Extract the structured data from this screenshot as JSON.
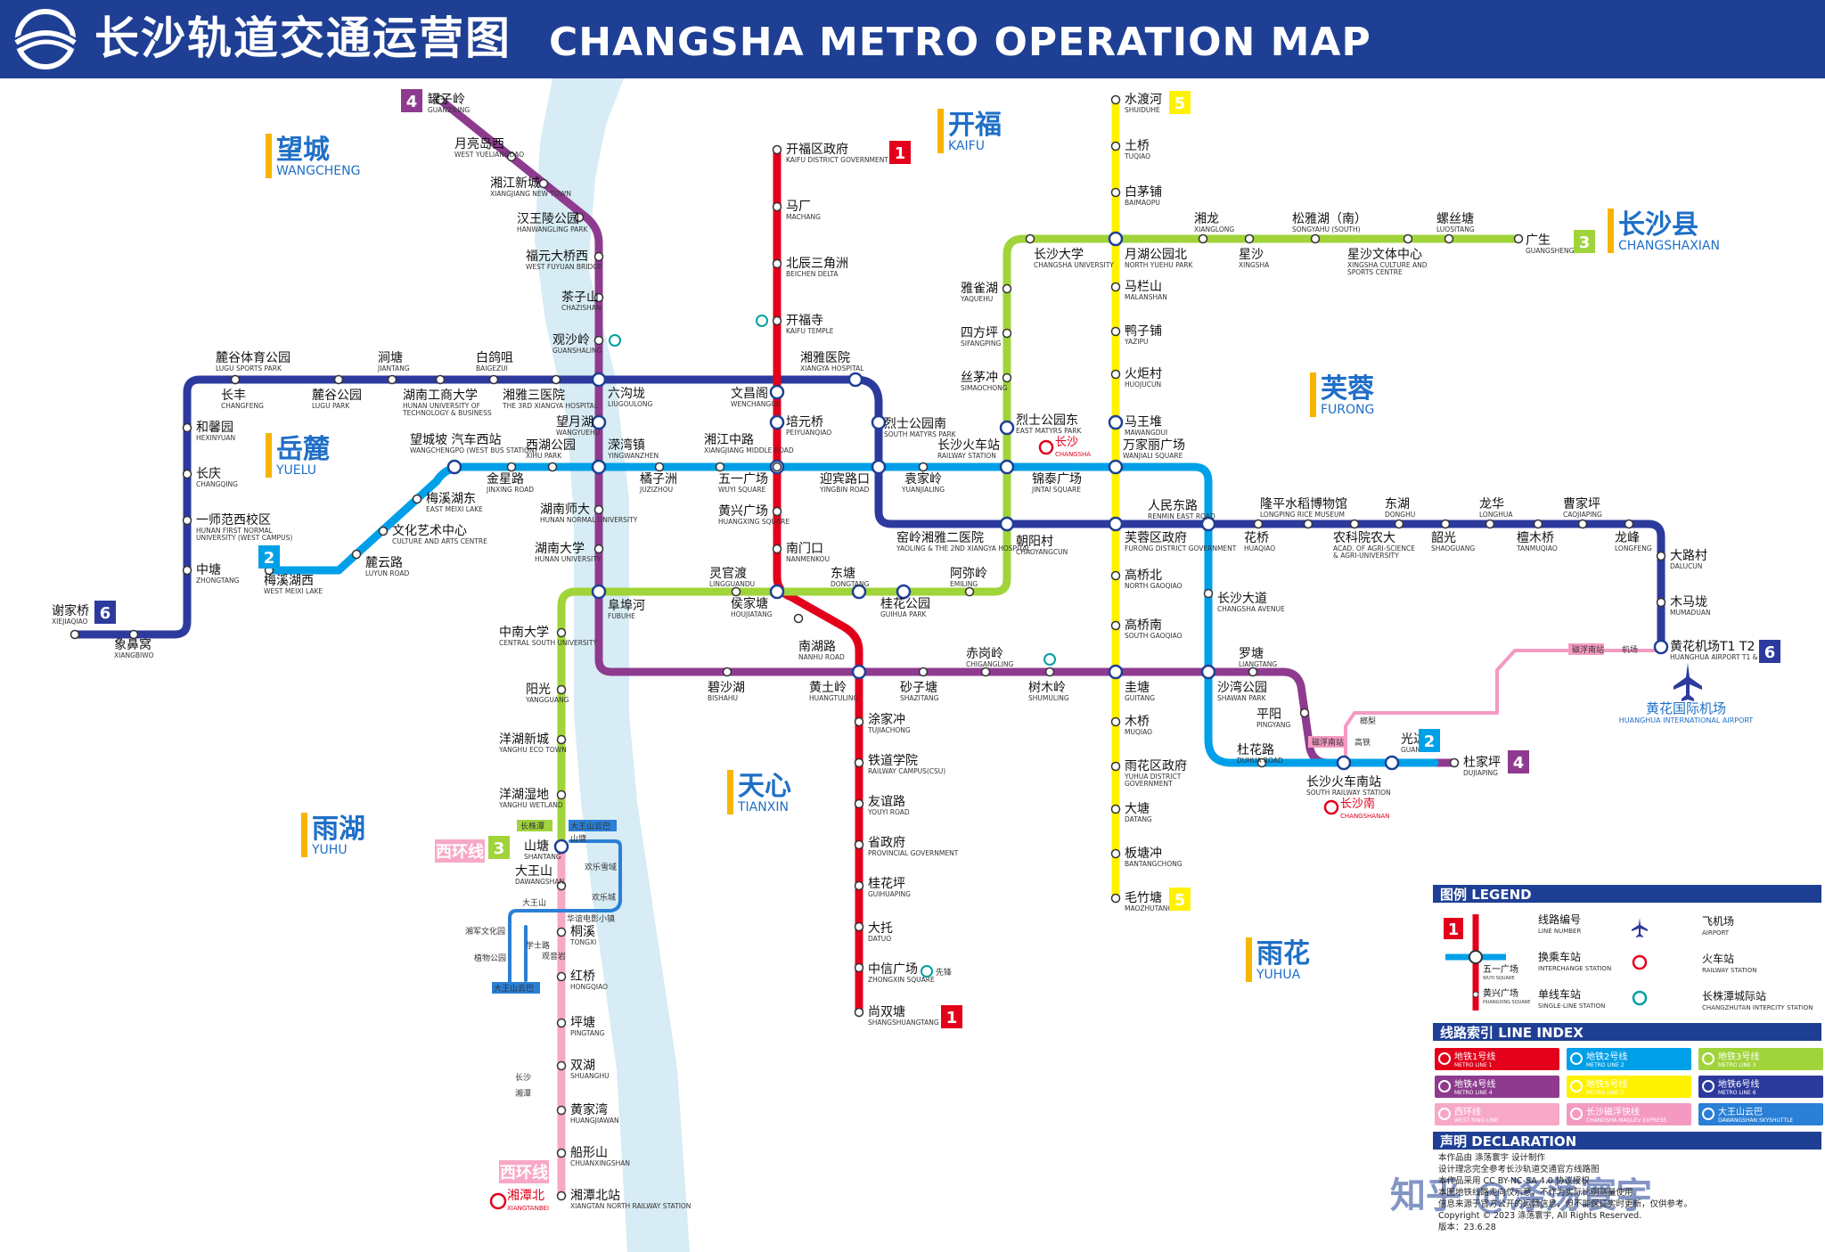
{
  "header": {
    "title_cn": "长沙轨道交通运营图",
    "title_en": "CHANGSHA METRO OPERATION MAP"
  },
  "colors": {
    "header": "#1e3f94",
    "line1": "#e3001b",
    "line2": "#00a0e9",
    "line3": "#a0d43a",
    "line4": "#8e3b8f",
    "line5": "#fff200",
    "line6": "#2d3a9d",
    "west_ring": "#f7a8c6",
    "maglev": "#f49ac1",
    "dawangshan": "#2a7fd6",
    "river": "#d7ecf4",
    "district": "#f7b500"
  },
  "districts": [
    {
      "cn": "望城",
      "en": "WANGCHENG"
    },
    {
      "cn": "开福",
      "en": "KAIFU"
    },
    {
      "cn": "长沙县",
      "en": "CHANGSHAXIAN"
    },
    {
      "cn": "岳麓",
      "en": "YUELU"
    },
    {
      "cn": "芙蓉",
      "en": "FURONG"
    },
    {
      "cn": "天心",
      "en": "TIANXIN"
    },
    {
      "cn": "雨湖",
      "en": "YUHU"
    },
    {
      "cn": "雨花",
      "en": "YUHUA"
    }
  ],
  "badges": {
    "l1": "1",
    "l2": "2",
    "l3": "3",
    "l4": "4",
    "l5": "5",
    "l6": "6",
    "west_ring": "西环线"
  },
  "stations": {
    "l1": [
      {
        "cn": "开福区政府",
        "en": "KAIFU DISTRICT GOVERNMENT"
      },
      {
        "cn": "马厂",
        "en": "MACHANG"
      },
      {
        "cn": "北辰三角洲",
        "en": "BEICHEN DELTA"
      },
      {
        "cn": "开福寺",
        "en": "KAIFU TEMPLE"
      },
      {
        "cn": "文昌阁",
        "en": "WENCHANGGE"
      },
      {
        "cn": "培元桥",
        "en": "PEIYUANQIAO"
      },
      {
        "cn": "五一广场",
        "en": "WUYI SQUARE"
      },
      {
        "cn": "黄兴广场",
        "en": "HUANGXING SQUARE"
      },
      {
        "cn": "南门口",
        "en": "NANMENKOU"
      },
      {
        "cn": "侯家塘",
        "en": "HOUJIATANG"
      },
      {
        "cn": "南湖路",
        "en": "NANHU ROAD"
      },
      {
        "cn": "黄土岭",
        "en": "HUANGTULING"
      },
      {
        "cn": "涂家冲",
        "en": "TUJIACHONG"
      },
      {
        "cn": "铁道学院",
        "en": "RAILWAY CAMPUS(CSU)"
      },
      {
        "cn": "友谊路",
        "en": "YOUYI ROAD"
      },
      {
        "cn": "省政府",
        "en": "PROVINCIAL GOVERNMENT"
      },
      {
        "cn": "桂花坪",
        "en": "GUIHUAPING"
      },
      {
        "cn": "大托",
        "en": "DATUO"
      },
      {
        "cn": "中信广场",
        "en": "ZHONGXIN SQUARE"
      },
      {
        "cn": "尚双塘",
        "en": "SHANGSHUANGTANG"
      }
    ],
    "l2": [
      {
        "cn": "梅溪湖西",
        "en": "WEST MEIXI LAKE"
      },
      {
        "cn": "麓云路",
        "en": "LUYUN ROAD"
      },
      {
        "cn": "文化艺术中心",
        "en": "CULTURE AND ARTS CENTRE"
      },
      {
        "cn": "梅溪湖东",
        "en": "EAST MEIXI LAKE"
      },
      {
        "cn": "望城坡 汽车西站",
        "en": "WANGCHENGPO (WEST BUS STATION)"
      },
      {
        "cn": "金星路",
        "en": "JINXING ROAD"
      },
      {
        "cn": "西湖公园",
        "en": "XIHU PARK"
      },
      {
        "cn": "溁湾镇",
        "en": "YINGWANZHEN"
      },
      {
        "cn": "橘子洲",
        "en": "JUZIZHOU"
      },
      {
        "cn": "湘江中路",
        "en": "XIANGJIANG MIDDLE ROAD"
      },
      {
        "cn": "迎宾路口",
        "en": "YINGBIN ROAD"
      },
      {
        "cn": "袁家岭",
        "en": "YUANJIALING"
      },
      {
        "cn": "长沙火车站",
        "en": "RAILWAY STATION"
      },
      {
        "cn": "锦泰广场",
        "en": "JINTAI SQUARE"
      },
      {
        "cn": "万家丽广场",
        "en": "WANJIALI SQUARE"
      },
      {
        "cn": "人民东路",
        "en": "RENMIN EAST ROAD"
      },
      {
        "cn": "长沙大道",
        "en": "CHANGSHA AVENUE"
      },
      {
        "cn": "沙湾公园",
        "en": "SHAWAN PARK"
      },
      {
        "cn": "杜花路",
        "en": "DUHUA ROAD"
      },
      {
        "cn": "长沙火车南站",
        "en": "SOUTH RAILWAY STATION"
      },
      {
        "cn": "光达",
        "en": "GUANGDA"
      }
    ],
    "l3": [
      {
        "cn": "长沙大学",
        "en": "CHANGSHA UNIVERSITY"
      },
      {
        "cn": "月湖公园北",
        "en": "NORTH YUEHU PARK"
      },
      {
        "cn": "湘龙",
        "en": "XIANGLONG"
      },
      {
        "cn": "星沙",
        "en": "XINGSHA"
      },
      {
        "cn": "松雅湖（南）",
        "en": "SONGYAHU (SOUTH)"
      },
      {
        "cn": "星沙文体中心",
        "en": "XINGSHA CULTURE AND SPORTS CENTRE"
      },
      {
        "cn": "螺丝塘",
        "en": "LUOSITANG"
      },
      {
        "cn": "广生",
        "en": "GUANGSHENG"
      },
      {
        "cn": "雅雀湖",
        "en": "YAQUEHU"
      },
      {
        "cn": "四方坪",
        "en": "SIFANGPING"
      },
      {
        "cn": "丝茅冲",
        "en": "SIMAOCHONG"
      },
      {
        "cn": "烈士公园东",
        "en": "EAST MATYRS PARK"
      },
      {
        "cn": "朝阳村",
        "en": "CHAOYANGCUN"
      },
      {
        "cn": "阿弥岭",
        "en": "EMILING"
      },
      {
        "cn": "桂花公园",
        "en": "GUIHUA PARK"
      },
      {
        "cn": "东塘",
        "en": "DONGTANG"
      },
      {
        "cn": "灵官渡",
        "en": "LINGGUANDU"
      },
      {
        "cn": "阜埠河",
        "en": "FUBUHE"
      },
      {
        "cn": "中南大学",
        "en": "CENTRAL SOUTH UNIVERSITY"
      },
      {
        "cn": "阳光",
        "en": "YANGGUANG"
      },
      {
        "cn": "洋湖新城",
        "en": "YANGHU ECO TOWN"
      },
      {
        "cn": "洋湖湿地",
        "en": "YANGHU WETLAND"
      },
      {
        "cn": "山塘",
        "en": "SHANTANG"
      }
    ],
    "l4": [
      {
        "cn": "罐子岭",
        "en": "GUANZILING"
      },
      {
        "cn": "月亮岛西",
        "en": "WEST YUELIANGDAO"
      },
      {
        "cn": "湘江新城",
        "en": "XIANGJIANG NEW TOWN"
      },
      {
        "cn": "汉王陵公园",
        "en": "HANWANGLING PARK"
      },
      {
        "cn": "福元大桥西",
        "en": "WEST FUYUAN BRIDGE"
      },
      {
        "cn": "茶子山",
        "en": "CHAZISHAN"
      },
      {
        "cn": "观沙岭",
        "en": "GUANSHALING"
      },
      {
        "cn": "六沟垅",
        "en": "LIUGOULONG"
      },
      {
        "cn": "望月湖",
        "en": "WANGYUEHU"
      },
      {
        "cn": "湖南师大",
        "en": "HUNAN NORMAL UNIVERSITY"
      },
      {
        "cn": "湖南大学",
        "en": "HUNAN UNIVERSITY"
      },
      {
        "cn": "碧沙湖",
        "en": "BISHAHU"
      },
      {
        "cn": "砂子塘",
        "en": "SHAZITANG"
      },
      {
        "cn": "赤岗岭",
        "en": "CHIGANGLING"
      },
      {
        "cn": "树木岭",
        "en": "SHUMULING"
      },
      {
        "cn": "圭塘",
        "en": "GUITANG"
      },
      {
        "cn": "罗塘",
        "en": "LIANGTANG"
      },
      {
        "cn": "平阳",
        "en": "PINGYANG"
      },
      {
        "cn": "杜家坪",
        "en": "DUJIAPING"
      }
    ],
    "l5": [
      {
        "cn": "水渡河",
        "en": "SHUIDUHE"
      },
      {
        "cn": "土桥",
        "en": "TUQIAO"
      },
      {
        "cn": "白茅铺",
        "en": "BAIMAOPU"
      },
      {
        "cn": "马栏山",
        "en": "MALANSHAN"
      },
      {
        "cn": "鸭子铺",
        "en": "YAZIPU"
      },
      {
        "cn": "火炬村",
        "en": "HUOJUCUN"
      },
      {
        "cn": "马王堆",
        "en": "MAWANGDUI"
      },
      {
        "cn": "芙蓉区政府",
        "en": "FURONG DISTRICT GOVERNMENT"
      },
      {
        "cn": "高桥北",
        "en": "NORTH GAOQIAO"
      },
      {
        "cn": "高桥南",
        "en": "SOUTH GAOQIAO"
      },
      {
        "cn": "木桥",
        "en": "MUQIAO"
      },
      {
        "cn": "雨花区政府",
        "en": "YUHUA DISTRICT GOVERNMENT"
      },
      {
        "cn": "大塘",
        "en": "DATANG"
      },
      {
        "cn": "板塘冲",
        "en": "BANTANGCHONG"
      },
      {
        "cn": "毛竹塘",
        "en": "MAOZHUTANG"
      }
    ],
    "l6": [
      {
        "cn": "谢家桥",
        "en": "XIEJIAQIAO"
      },
      {
        "cn": "象鼻窝",
        "en": "XIANGBIWO"
      },
      {
        "cn": "中塘",
        "en": "ZHONGTANG"
      },
      {
        "cn": "一师范西校区",
        "en": "HUNAN FIRST NORMAL UNIVERSITY (WEST CAMPUS)"
      },
      {
        "cn": "长庆",
        "en": "CHANGQING"
      },
      {
        "cn": "和馨园",
        "en": "HEXINYUAN"
      },
      {
        "cn": "长丰",
        "en": "CHANGFENG"
      },
      {
        "cn": "麓谷体育公园",
        "en": "LUGU SPORTS PARK"
      },
      {
        "cn": "麓谷公园",
        "en": "LUGU PARK"
      },
      {
        "cn": "涧塘",
        "en": "JIANTANG"
      },
      {
        "cn": "湖南工商大学",
        "en": "HUNAN UNIVERSITY OF TECHNOLOGY & BUSINESS"
      },
      {
        "cn": "白鸽咀",
        "en": "BAIGEZUI"
      },
      {
        "cn": "湘雅三医院",
        "en": "THE 3RD XIANGYA HOSPITAL"
      },
      {
        "cn": "湘雅医院",
        "en": "XIANGYA HOSPITAL"
      },
      {
        "cn": "烈士公园南",
        "en": "SOUTH MATYRS PARK"
      },
      {
        "cn": "窑岭湘雅二医院",
        "en": "YAOLING & THE 2ND XIANGYA HOSPITAL"
      },
      {
        "cn": "隆平水稻博物馆",
        "en": "LONGPING RICE MUSEUM"
      },
      {
        "cn": "花桥",
        "en": "HUAQIAO"
      },
      {
        "cn": "农科院农大",
        "en": "ACAD. OF AGRI-SCIENCE & AGRI-UNIVERSITY"
      },
      {
        "cn": "东湖",
        "en": "DONGHU"
      },
      {
        "cn": "韶光",
        "en": "SHAOGUANG"
      },
      {
        "cn": "龙华",
        "en": "LONGHUA"
      },
      {
        "cn": "檀木桥",
        "en": "TANMUQIAO"
      },
      {
        "cn": "曹家坪",
        "en": "CAOJIAPING"
      },
      {
        "cn": "龙峰",
        "en": "LONGFENG"
      },
      {
        "cn": "大路村",
        "en": "DALUCUN"
      },
      {
        "cn": "木马垅",
        "en": "MUMADUAN"
      },
      {
        "cn": "黄花机场T1 T2",
        "en": "HUANGHUA AIRPORT T1 & T2"
      }
    ],
    "west": [
      {
        "cn": "大王山",
        "en": "DAWANGSHAN"
      },
      {
        "cn": "桐溪",
        "en": "TONGXI"
      },
      {
        "cn": "红桥",
        "en": "HONGQIAO"
      },
      {
        "cn": "坪塘",
        "en": "PINGTANG"
      },
      {
        "cn": "双湖",
        "en": "SHUANGHU"
      },
      {
        "cn": "黄家湾",
        "en": "HUANGJIAWAN"
      },
      {
        "cn": "船形山",
        "en": "CHUANXINGSHAN"
      },
      {
        "cn": "湘潭北站",
        "en": "XIANGTAN NORTH RAILWAY STATION"
      }
    ],
    "dws": [
      {
        "cn": "大王山云巴"
      },
      {
        "cn": "山塘"
      },
      {
        "cn": "欢乐雪域"
      },
      {
        "cn": "欢乐城"
      },
      {
        "cn": "华谊电影小镇"
      },
      {
        "cn": "大王山"
      },
      {
        "cn": "湘军文化园"
      },
      {
        "cn": "植物公园"
      },
      {
        "cn": "学士路"
      },
      {
        "cn": "大王山云巴"
      },
      {
        "cn": "观音岩"
      }
    ],
    "small": {
      "maglev_airport": "机场",
      "maglev_south": "磁浮南站",
      "maglev_langli": "榔梨",
      "gaotie": "高铁",
      "west_note1": "长沙",
      "west_note2": "湘潭",
      "cx_line": "长株潭"
    }
  },
  "pois": [
    {
      "cn": "长沙",
      "en": "CHANGSHA"
    },
    {
      "cn": "长沙南",
      "en": "CHANGSHANAN"
    },
    {
      "cn": "湘潭北",
      "en": "XIANGTANBEI"
    },
    {
      "cn": "黄花国际机场",
      "en": "HUANGHUA INTERNATIONAL AIRPORT"
    },
    {
      "cn": "先锋"
    }
  ],
  "legend": {
    "title": "图例 LEGEND",
    "items": [
      {
        "cn": "线路编号",
        "en": "LINE NUMBER"
      },
      {
        "cn": "换乘车站",
        "en": "INTERCHANGE STATION"
      },
      {
        "cn": "单线车站",
        "en": "SINGLE-LINE STATION"
      },
      {
        "cn": "飞机场",
        "en": "AIRPORT"
      },
      {
        "cn": "火车站",
        "en": "RAILWAY STATION"
      },
      {
        "cn": "长株潭城际站",
        "en": "CHANGZHUTAN INTERCITY STATION"
      }
    ],
    "sample": {
      "num": "1",
      "interchange_cn": "五一广场",
      "interchange_en": "WUYI SQUARE",
      "single_cn": "黄兴广场",
      "single_en": "HUANGXING SQUARE"
    }
  },
  "line_index": {
    "title": "线路索引 LINE INDEX",
    "items": [
      {
        "cn": "地铁1号线",
        "en": "METRO LINE 1"
      },
      {
        "cn": "地铁2号线",
        "en": "METRO LINE 2"
      },
      {
        "cn": "地铁3号线",
        "en": "METRO LINE 3"
      },
      {
        "cn": "地铁4号线",
        "en": "METRO LINE 4"
      },
      {
        "cn": "地铁5号线",
        "en": "METRO LINE 5"
      },
      {
        "cn": "地铁6号线",
        "en": "METRO LINE 6"
      },
      {
        "cn": "西环线",
        "en": "WEST RING LINE"
      },
      {
        "cn": "长沙磁浮快线",
        "en": "CHANGSHA MAGLEV EXPRESS"
      },
      {
        "cn": "大王山云巴",
        "en": "DAWANGSHAN SKYSHUTTLE"
      }
    ]
  },
  "declaration": {
    "title": "声明 DECLARATION",
    "lines": [
      "本作品由 涤荡寰宇 设计制作",
      "设计理念完全参考长沙轨道交通官方线路图",
      "本作品采用 CC BY-NC-SA 4.0 协议授权",
      "本图地铁线路走向仅示意，不作为实际比例测量使用",
      "信息来源于官方公开的运营信息，但不能保证实时更新，仅供参考。",
      "Copyright © 2023 涤荡寰宇, All Rights Reserved.",
      "版本：23.6.28"
    ]
  },
  "watermark": "知乎 @涤荡寰宇"
}
